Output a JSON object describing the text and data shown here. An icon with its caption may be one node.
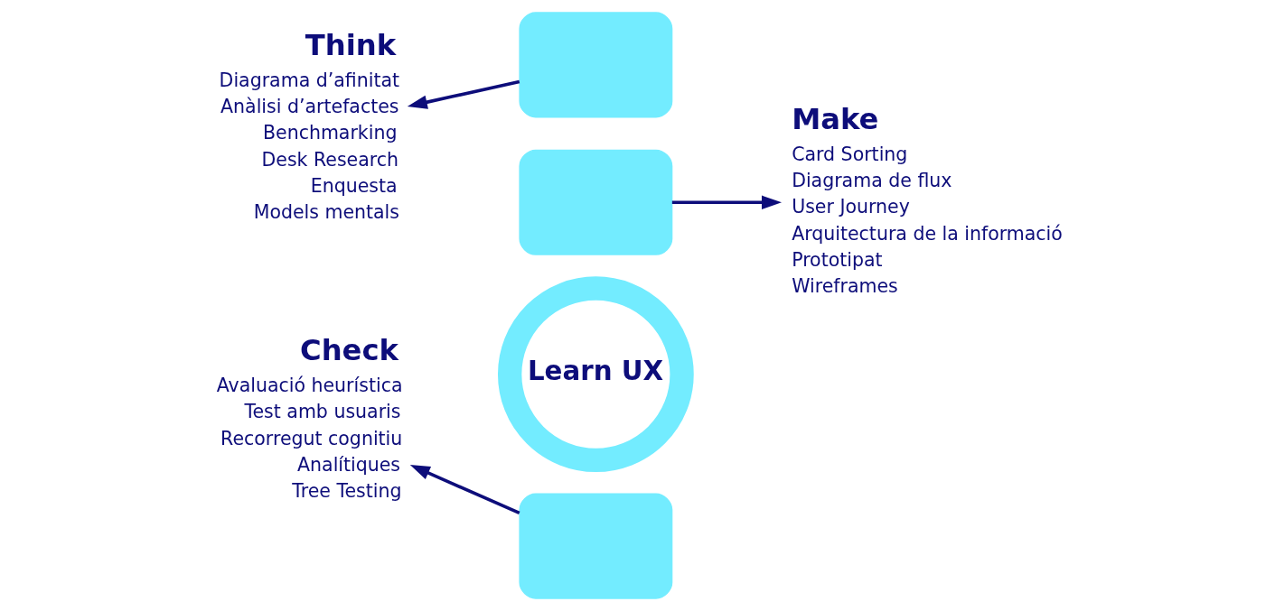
{
  "diagram": {
    "nodes": [
      {
        "text": [
          "Think",
          "Diagrama d’afinitat",
          "Anàlisi d’artefactes",
          "Benchmarking",
          "Desk Research",
          "Enquesta",
          "Models mentals"
        ]
      },
      {
        "text": [],
        "shape": "box"
      },
      {
        "text": [
          "Make",
          "Card Sorting",
          "Diagrama de flux",
          "User Journey",
          "Arquitectura de la informació",
          "Prototipat",
          "Wireframes"
        ]
      },
      {
        "text": [],
        "shape": "box"
      },
      {
        "text": [
          "Learn UX"
        ]
      },
      {
        "text": [],
        "shape": "box"
      },
      {
        "text": [
          "Check",
          "Avaluació heurística",
          "Test amb usuaris",
          "Recorregut cognitiu",
          "Analítiques",
          "Tree Testing"
        ]
      }
    ],
    "edges": [
      {
        "from": 1,
        "to": 0,
        "arrow": "to"
      },
      {
        "from": 3,
        "to": 2,
        "arrow": "to"
      },
      {
        "from": 5,
        "to": 6,
        "arrow": "to"
      }
    ]
  }
}
